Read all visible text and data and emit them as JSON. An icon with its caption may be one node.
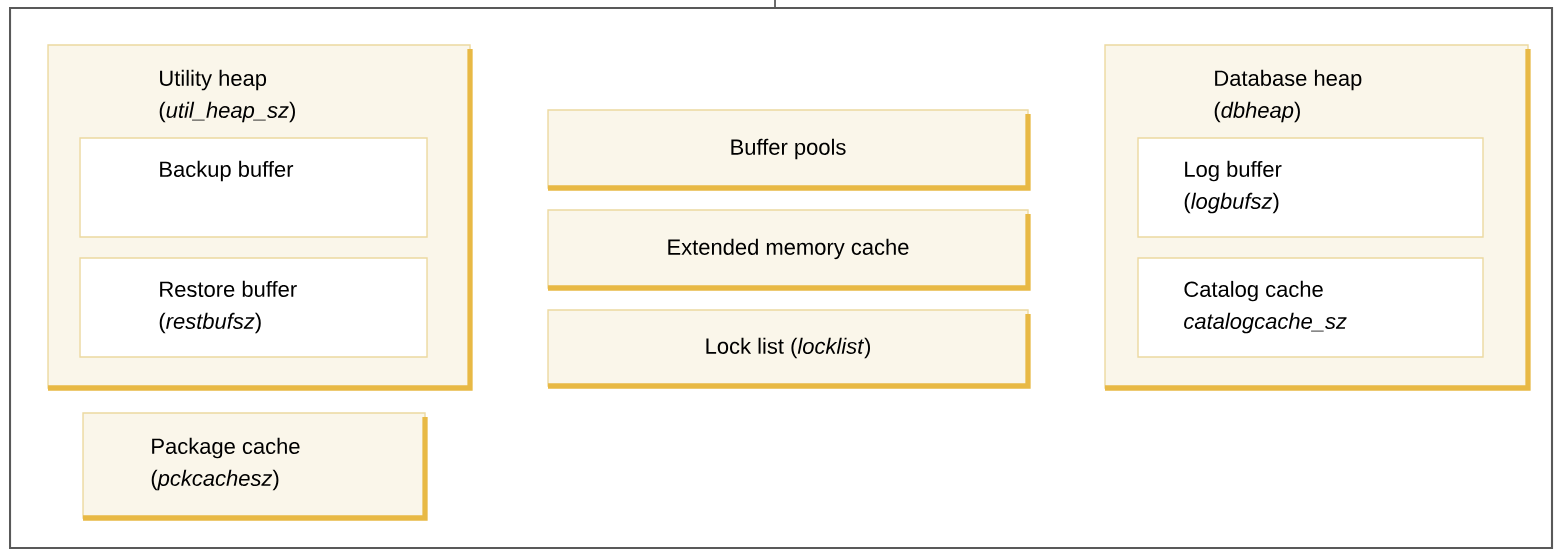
{
  "diagram": {
    "nodes": [
      {
        "text": [
          "Utility heap",
          "(*util_heap_sz*)"
        ]
      },
      {
        "text": [
          "Backup buffer"
        ],
        "in": 0
      },
      {
        "text": [
          "Restore buffer",
          "(*restbufsz*)"
        ],
        "in": 0
      },
      {
        "text": [
          "Package cache",
          "(*pckcachesz*)"
        ]
      },
      {
        "text": [
          "Buffer pools"
        ]
      },
      {
        "text": [
          "Extended memory cache"
        ]
      },
      {
        "text": [
          "Lock list (*locklist*)"
        ]
      },
      {
        "text": [
          "Database heap",
          "(*dbheap*)"
        ]
      },
      {
        "text": [
          "Log buffer",
          "(*logbufsz*)"
        ],
        "in": 7
      },
      {
        "text": [
          "Catalog cache",
          "*catalogcache_sz*"
        ],
        "in": 7
      }
    ]
  }
}
